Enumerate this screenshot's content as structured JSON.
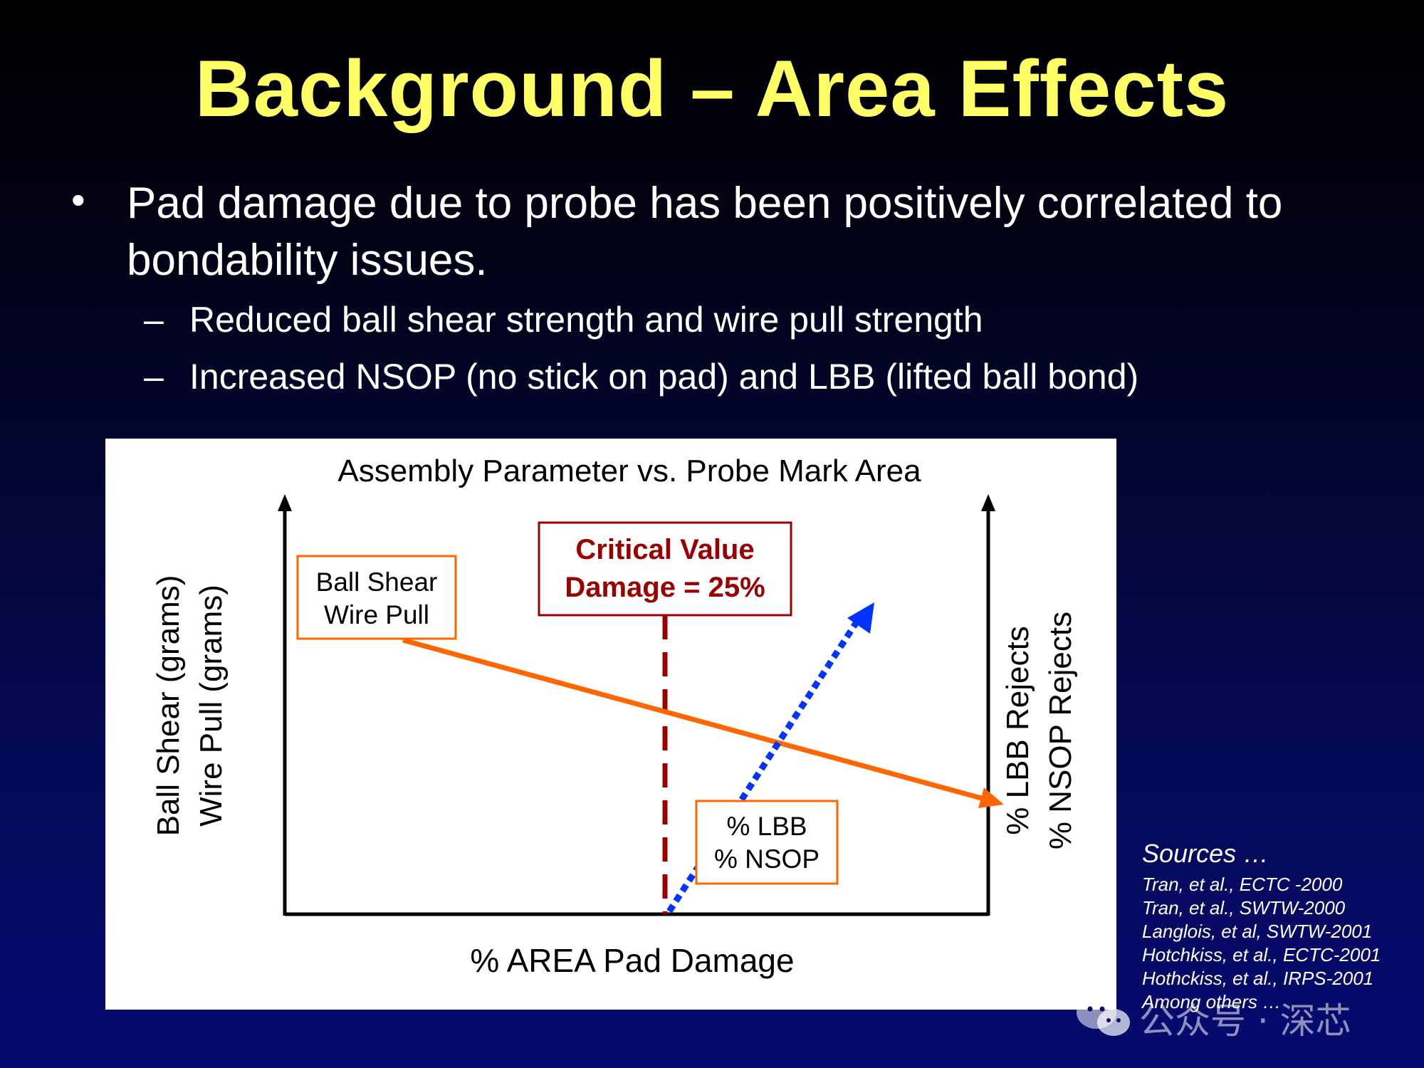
{
  "slide": {
    "title": "Background – Area Effects",
    "bullet": {
      "marker": "•",
      "text": "Pad damage due to probe has been positively correlated to bondability issues.",
      "subs": [
        {
          "marker": "–",
          "text": "Reduced ball shear strength and wire pull strength"
        },
        {
          "marker": "–",
          "text": "Increased NSOP (no stick on pad) and LBB (lifted ball bond)"
        }
      ]
    }
  },
  "diagram": {
    "title": "Assembly Parameter vs. Probe Mark Area",
    "x_axis_label": "% AREA Pad Damage",
    "left_axis_label_line1": "Ball Shear (grams)",
    "left_axis_label_line2": "Wire Pull (grams)",
    "right_axis_label_line1": "% LBB Rejects",
    "right_axis_label_line2": "% NSOP Rejects",
    "critical_label_line1": "Critical Value",
    "critical_label_line2": "Damage = 25%",
    "strength_box_line1": "Ball Shear",
    "strength_box_line2": "Wire Pull",
    "reject_box_line1": "% LBB",
    "reject_box_line2": "% NSOP",
    "colors": {
      "strength_line": "#ff6600",
      "reject_line": "#0033ff",
      "critical_line": "#990000",
      "axes": "#000000"
    }
  },
  "sources": {
    "heading": "Sources …",
    "items": [
      "Tran, et al., ECTC -2000",
      "Tran, et al., SWTW-2000",
      "Langlois, et al, SWTW-2001",
      "Hotchkiss, et al., ECTC-2001",
      "Hothckiss, et al., IRPS-2001",
      "Among others …"
    ]
  },
  "watermark": {
    "icon": "wechat-icon",
    "text": "公众号 · 深芯"
  }
}
